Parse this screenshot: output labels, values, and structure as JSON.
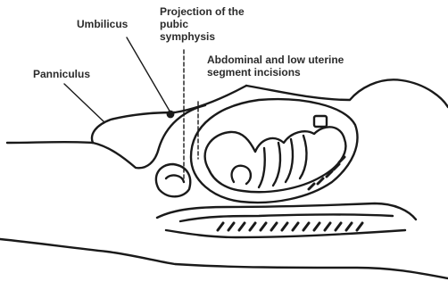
{
  "labels": {
    "umbilicus": "Umbilicus",
    "panniculus": "Panniculus",
    "pubic_symphysis": [
      "Projection of the",
      "pubic",
      "symphysis"
    ],
    "incisions": [
      "Abdominal and low uterine",
      "segment incisions"
    ]
  },
  "colors": {
    "line": "#1a1a1a",
    "text": "#2b2b2b",
    "background": "#ffffff"
  }
}
